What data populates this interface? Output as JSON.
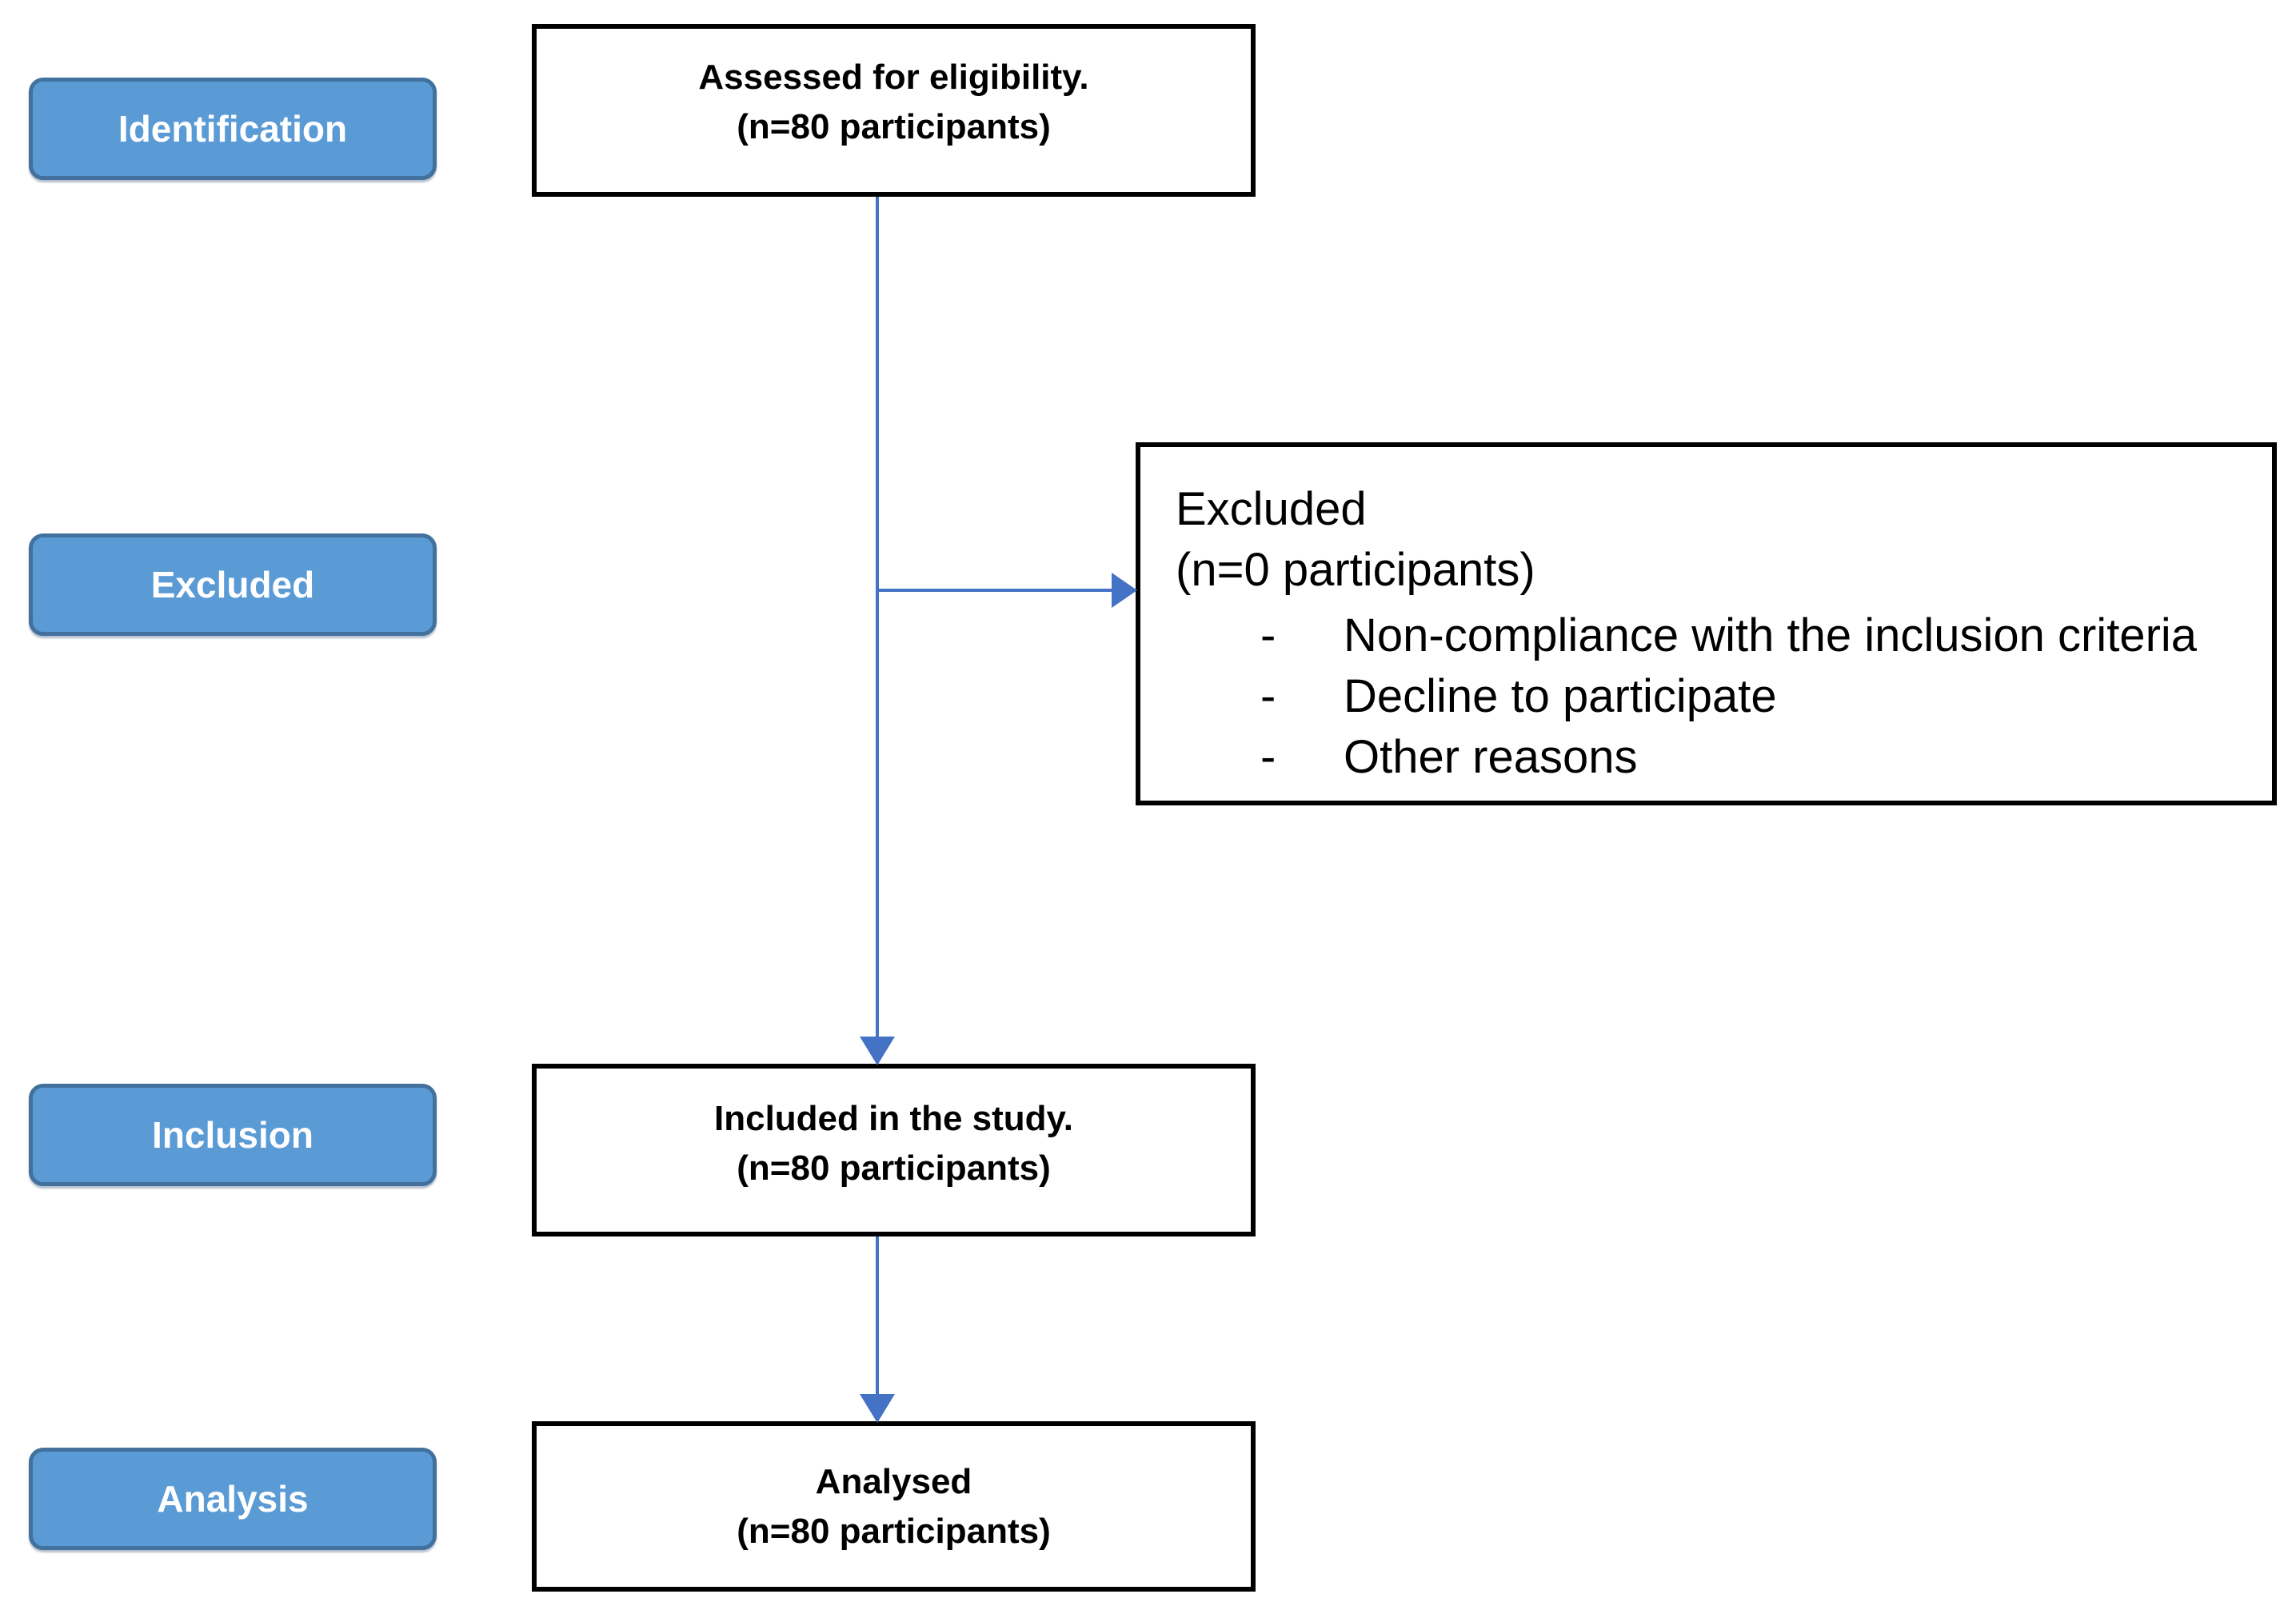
{
  "figure": {
    "type": "participant-flow-diagram"
  },
  "colors": {
    "background": "#FFFFFF",
    "stage_fill": "#5B9BD5",
    "stage_border": "#41719C",
    "stage_text": "#FFFFFF",
    "box_border": "#000000",
    "box_text": "#000000",
    "arrow": "#4472C4"
  },
  "stages": [
    {
      "label": "Identification"
    },
    {
      "label": "Excluded"
    },
    {
      "label": "Inclusion"
    },
    {
      "label": "Analysis"
    }
  ],
  "boxes": {
    "assessed": {
      "line1": "Assessed for eligibility.",
      "line2": "(n=80 participants)"
    },
    "excluded": {
      "title": "Excluded",
      "subtitle": "(n=0 participants)",
      "bullet_char": "-",
      "items": [
        "Non-compliance with the inclusion criteria",
        "Decline to participate",
        "Other reasons"
      ]
    },
    "included": {
      "line1": "Included in the study.",
      "line2": "(n=80 participants)"
    },
    "analysed": {
      "line1": "Analysed",
      "line2": "(n=80 participants)"
    }
  }
}
